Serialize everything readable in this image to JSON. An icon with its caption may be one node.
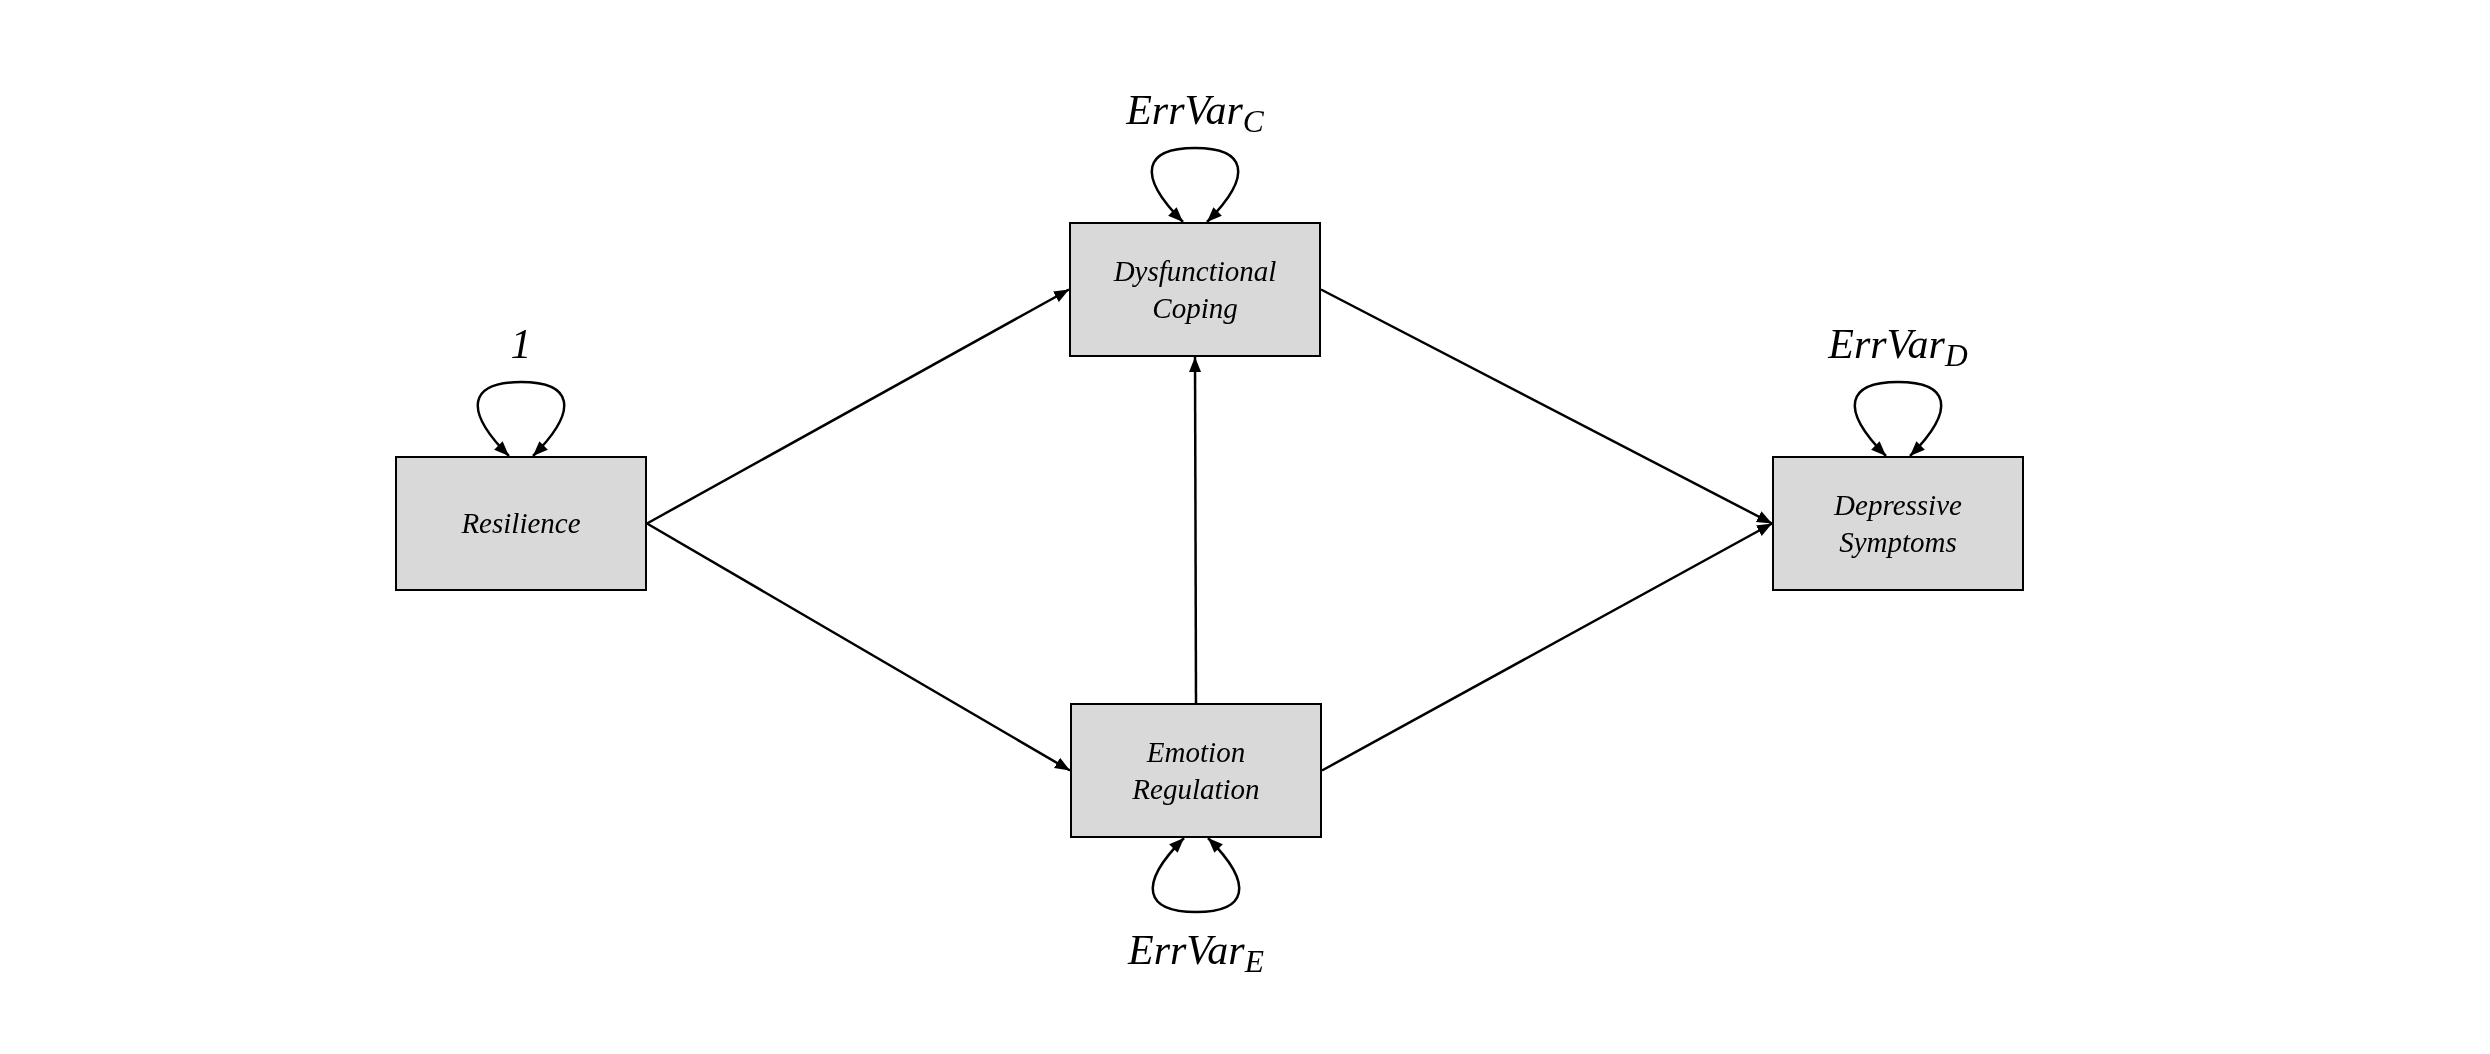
{
  "diagram": {
    "nodes": [
      {
        "text": [
          "Resilience"
        ]
      },
      {
        "text": [
          "Dysfunctional Coping"
        ]
      },
      {
        "text": [
          "Emotion Regulation"
        ]
      },
      {
        "text": [
          "Depressive Symptoms"
        ]
      }
    ],
    "edges": [
      {
        "from": 0,
        "to": 0,
        "arrow": "both",
        "label": "1"
      },
      {
        "from": 1,
        "to": 1,
        "arrow": "both",
        "label": "ErrVar$_{C}$"
      },
      {
        "from": 3,
        "to": 3,
        "arrow": "both",
        "label": "ErrVar$_{D}$"
      },
      {
        "from": 0,
        "to": 1,
        "arrow": "to"
      },
      {
        "from": 0,
        "to": 2,
        "arrow": "to"
      },
      {
        "from": 2,
        "to": 1,
        "arrow": "to"
      },
      {
        "from": 1,
        "to": 3,
        "arrow": "to"
      },
      {
        "from": 2,
        "to": 3,
        "arrow": "to"
      },
      {
        "from": 2,
        "to": 2,
        "arrow": "both",
        "label": "ErrVar$_{E}$"
      }
    ]
  }
}
